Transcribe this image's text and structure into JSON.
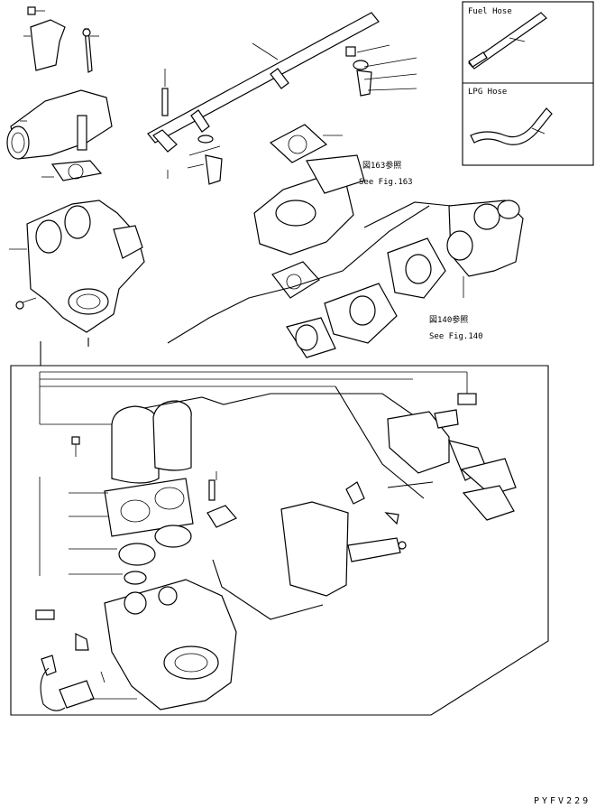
{
  "insets": {
    "fuel_hose": {
      "title": "Fuel Hose"
    },
    "lpg_hose": {
      "title": "LPG Hose"
    }
  },
  "references": {
    "fig163": {
      "line1": "図163参照",
      "line2": "See Fig.163"
    },
    "fig140": {
      "line1": "図140参照",
      "line2": "See Fig.140"
    }
  },
  "drawing_code": "PYFV229"
}
